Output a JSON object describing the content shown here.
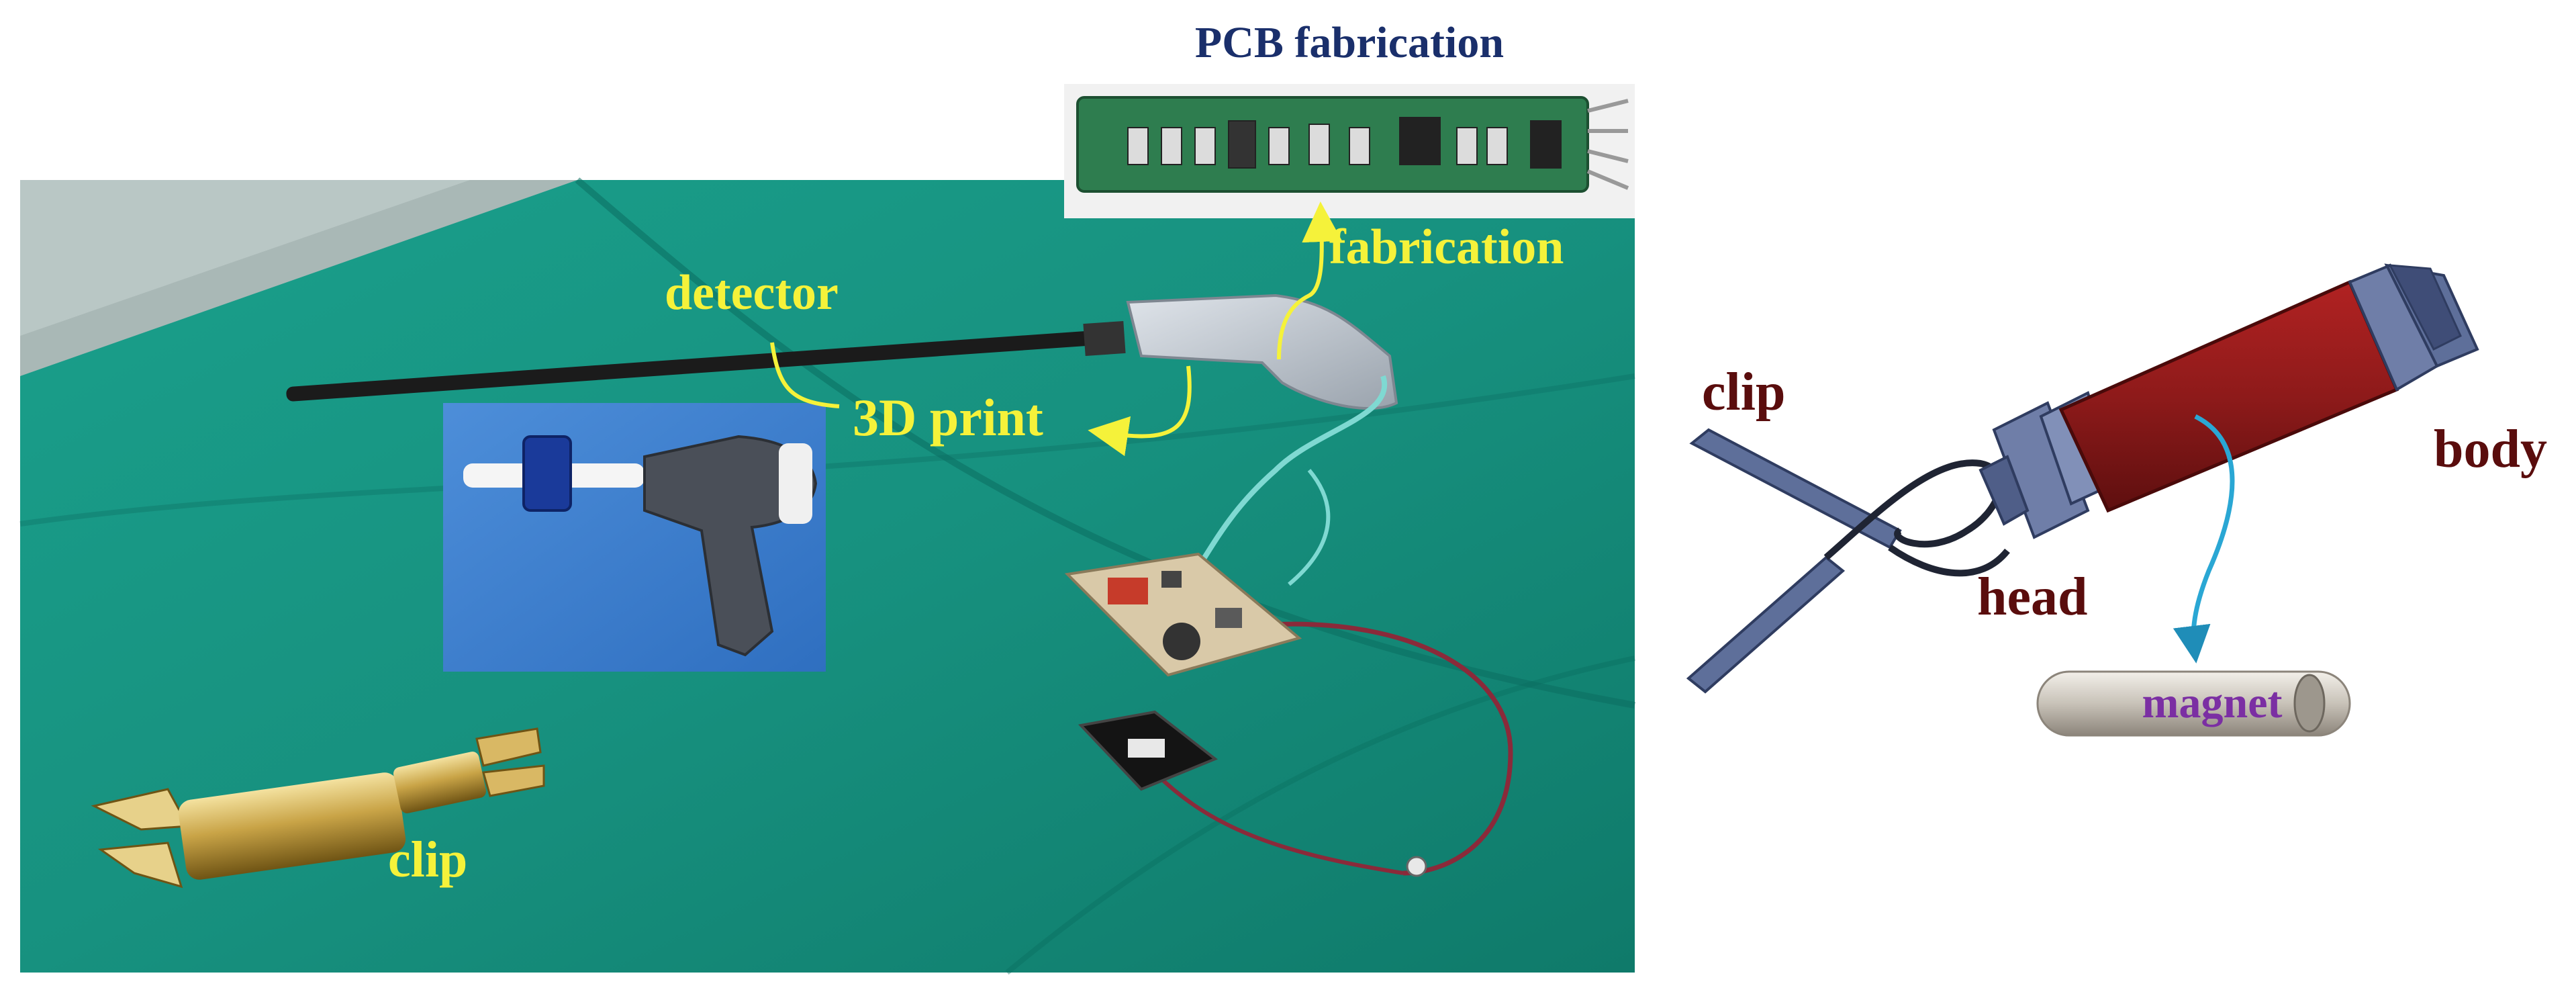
{
  "photo_panel": {
    "labels": {
      "pcb_title": "PCB fabrication",
      "fabrication": "fabrication",
      "detector": "detector",
      "print": "3D print",
      "clip": "clip"
    }
  },
  "model_panel": {
    "labels": {
      "clip": "clip",
      "body": "body",
      "head": "head",
      "magnet": "magnet"
    }
  },
  "colors": {
    "surgical_drape": "#17917f",
    "drape_dark": "#0b6e60",
    "annotation_yellow": "#f5f23a",
    "pcb_title_navy": "#1a2f6b",
    "pcb_green": "#2e7d4f",
    "model_label_maroon": "#5a0d0d",
    "model_body_red": "#8e1a1a",
    "model_steel": "#5e6f9a",
    "magnet_label_purple": "#7b2fa3",
    "arrow_cyan": "#2aa7d4"
  }
}
